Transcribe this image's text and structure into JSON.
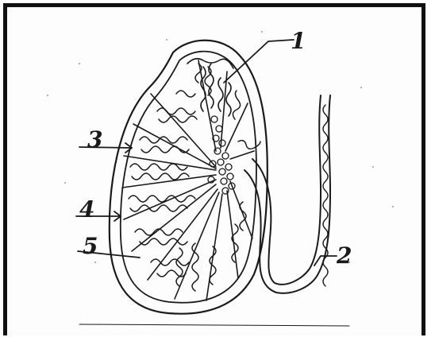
{
  "diagram": {
    "labels": {
      "l1": "1",
      "l2": "2",
      "l3": "3",
      "l4": "4",
      "l5": "5"
    }
  },
  "colors": {
    "ink": "#1a1a1a",
    "paper": "#fdfdfd",
    "frame": "#111111"
  }
}
